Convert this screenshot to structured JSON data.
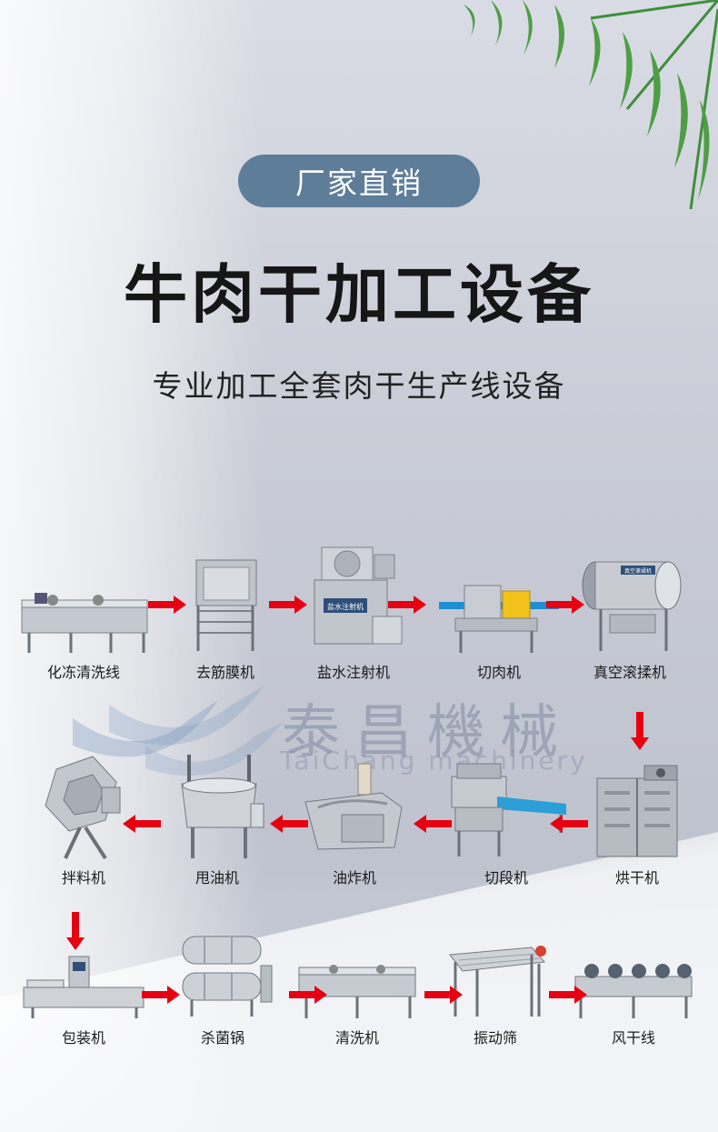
{
  "header": {
    "badge": "厂家直销",
    "title": "牛肉干加工设备",
    "subtitle": "专业加工全套肉干生产线设备"
  },
  "watermark": {
    "chinese": "泰昌機械",
    "english": "TaiChang machinery"
  },
  "row1": [
    {
      "label": "化冻清洗线",
      "icon": "washer-line-icon"
    },
    {
      "label": "去筋膜机",
      "icon": "membrane-remover-icon"
    },
    {
      "label": "盐水注射机",
      "icon": "brine-injector-icon",
      "plate": "盐水注射机"
    },
    {
      "label": "切肉机",
      "icon": "meat-slicer-icon"
    },
    {
      "label": "真空滚揉机",
      "icon": "vacuum-tumbler-icon",
      "plate": "真空滚揉机"
    }
  ],
  "row2": [
    {
      "label": "拌料机",
      "icon": "seasoning-mixer-icon"
    },
    {
      "label": "甩油机",
      "icon": "deoiling-machine-icon"
    },
    {
      "label": "油炸机",
      "icon": "fryer-icon"
    },
    {
      "label": "切段机",
      "icon": "dicer-icon"
    },
    {
      "label": "烘干机",
      "icon": "dryer-oven-icon"
    }
  ],
  "row3": [
    {
      "label": "包装机",
      "icon": "packing-machine-icon"
    },
    {
      "label": "杀菌锅",
      "icon": "sterilizer-icon"
    },
    {
      "label": "清洗机",
      "icon": "washer-icon"
    },
    {
      "label": "振动筛",
      "icon": "vibrating-screen-icon"
    },
    {
      "label": "风干线",
      "icon": "air-dryer-line-icon"
    }
  ],
  "colors": {
    "badge": "#5e7d99",
    "arrow": "#e60012",
    "steel": "#b9bec6"
  }
}
